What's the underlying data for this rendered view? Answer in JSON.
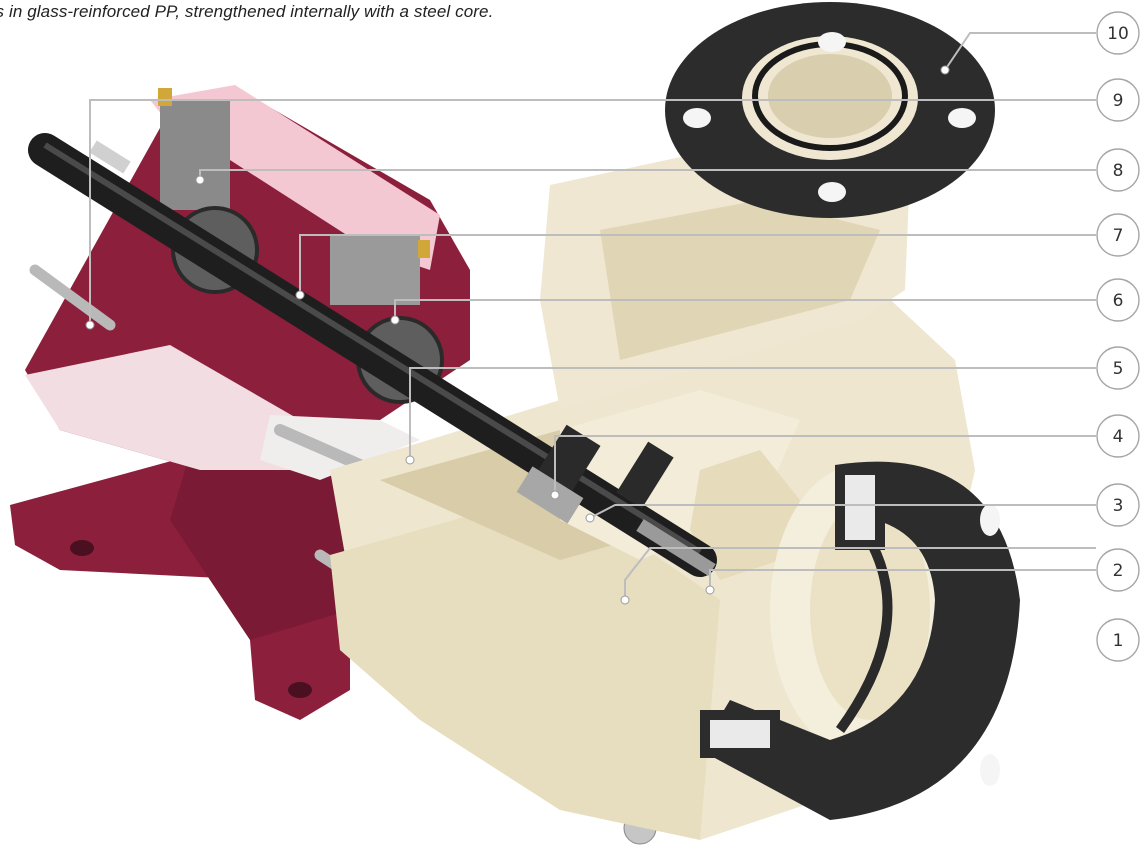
{
  "caption": "es in glass-reinforced PP, strengthened internally with a steel core.",
  "callouts": [
    "10",
    "9",
    "8",
    "7",
    "6",
    "5",
    "4",
    "3",
    "2",
    "1"
  ],
  "colors": {
    "housing": "#8c1f3c",
    "housing_cut": "#f4c8d2",
    "pp_body": "#eee6cf",
    "pp_shadow": "#d8cda8",
    "rubber": "#2a2a2a",
    "steel": "#7a7a7a",
    "shaft": "#1e1e1e",
    "brass": "#d2a73a"
  }
}
